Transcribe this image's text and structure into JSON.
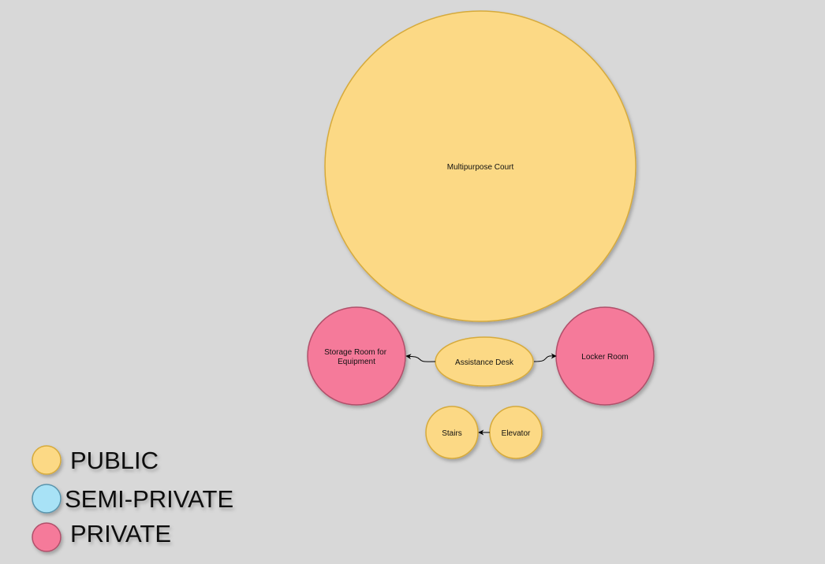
{
  "colors": {
    "public_fill": "#fcd985",
    "public_stroke": "#d6aa3a",
    "semi_private_fill": "#a8e2f6",
    "semi_private_stroke": "#5a95ad",
    "private_fill": "#f57a9a",
    "private_stroke": "#b0506a",
    "background": "#d8d8d8"
  },
  "nodes": {
    "multipurpose_court": {
      "label": "Multipurpose Court",
      "category": "PUBLIC"
    },
    "storage_room": {
      "label_line1": "Storage Room for",
      "label_line2": "Equipment",
      "category": "PRIVATE"
    },
    "assistance_desk": {
      "label": "Assistance Desk",
      "category": "PUBLIC"
    },
    "locker_room": {
      "label": "Locker Room",
      "category": "PRIVATE"
    },
    "stairs": {
      "label": "Stairs",
      "category": "PUBLIC"
    },
    "elevator": {
      "label": "Elevator",
      "category": "PUBLIC"
    }
  },
  "edges": [
    {
      "from": "Assistance Desk",
      "to": "Storage Room for Equipment"
    },
    {
      "from": "Assistance Desk",
      "to": "Locker Room"
    },
    {
      "from": "Elevator",
      "to": "Stairs"
    }
  ],
  "legend": {
    "public": "PUBLIC",
    "semi_private": "SEMI-PRIVATE",
    "private": "PRIVATE"
  }
}
